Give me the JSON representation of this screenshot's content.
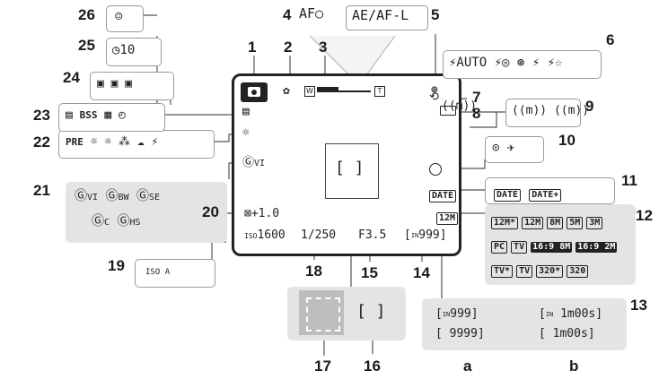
{
  "callouts": {
    "n1": "1",
    "n2": "2",
    "n3": "3",
    "n4": "4",
    "n5": "5",
    "n6": "6",
    "n7": "7",
    "n8": "8",
    "n9": "9",
    "n10": "10",
    "n11": "11",
    "n12": "12",
    "n13": "13",
    "n14": "14",
    "n15": "15",
    "n16": "16",
    "n17": "17",
    "n18": "18",
    "n19": "19",
    "n20": "20",
    "n21": "21",
    "n22": "22",
    "n23": "23",
    "n24": "24",
    "n25": "25",
    "n26": "26",
    "a": "a",
    "b": "b"
  },
  "screen": {
    "exposure_comp": "+1.0",
    "iso": "1600",
    "shutter": "1/250",
    "aperture": "F3.5",
    "exposures_remaining": "999",
    "date_tag": "DATE",
    "image_size": "12M"
  },
  "icons": {
    "af": "AF",
    "ae_af_lock": "AE/AF-L",
    "self_timer": "10",
    "wb_preset": "PRE",
    "iso_auto_a": "A",
    "iso_label": "ISO"
  },
  "panel_12": {
    "row1": [
      "12M*",
      "12M",
      "8M",
      "5M",
      "3M"
    ],
    "row2": [
      "PC",
      "TV",
      "16:9 8M",
      "16:9 2M"
    ],
    "row3": [
      "TV*",
      "TV",
      "320*",
      "320"
    ]
  },
  "panel_11": [
    "DATE",
    "DATE+"
  ],
  "panel_13": {
    "a1": "999",
    "a2": "9999",
    "b1": "1m00s",
    "b2": "1m00s",
    "in": "IN"
  },
  "panel_23": [
    "BSS"
  ],
  "panel_21": [
    "VI",
    "BW",
    "SE",
    "C",
    "HS"
  ]
}
